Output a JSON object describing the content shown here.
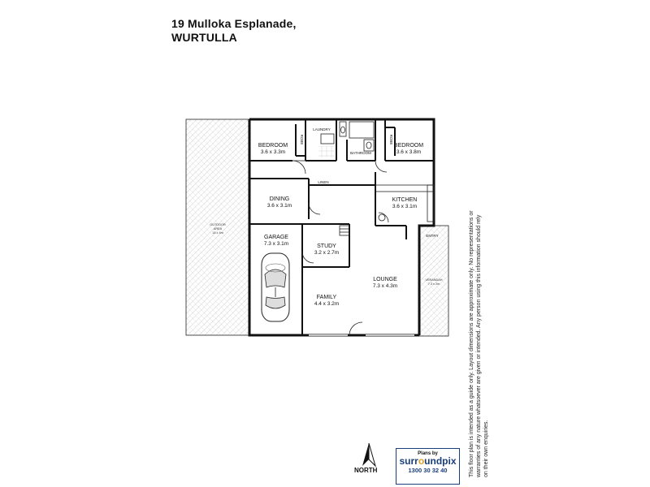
{
  "address": {
    "line1": "19 Mulloka Esplanade,",
    "line2": "WURTULLA"
  },
  "rooms": {
    "bedroom1": {
      "name": "BEDROOM",
      "dims": "3.6 x 3.3m"
    },
    "bedroom2": {
      "name": "BEDROOM",
      "dims": "3.6 x 3.8m"
    },
    "dining": {
      "name": "DINING",
      "dims": "3.6 x 3.1m"
    },
    "kitchen": {
      "name": "KITCHEN",
      "dims": "3.6 x 3.1m"
    },
    "garage": {
      "name": "GARAGE",
      "dims": "7.3 x 3.1m"
    },
    "study": {
      "name": "STUDY",
      "dims": "3.2 x 2.7m"
    },
    "lounge": {
      "name": "LOUNGE",
      "dims": "7.3 x 4.3m"
    },
    "family": {
      "name": "FAMILY",
      "dims": "4.4 x 3.2m"
    },
    "laundry": {
      "name": "LAUNDRY"
    },
    "bathroom": {
      "name": "BATHROOM"
    },
    "linen": {
      "name": "LINEN"
    },
    "robe1": {
      "name": "ROBE"
    },
    "robe2": {
      "name": "ROBE"
    },
    "entry": {
      "name": "ENTRY"
    },
    "outdoor": {
      "name": "OUTDOOR",
      "sub": "AREA",
      "dims": "14 x 4m"
    },
    "verandah": {
      "name": "VERANDAH",
      "dims": "7.3 x 2m"
    }
  },
  "compass": {
    "label": "NORTH"
  },
  "logo": {
    "plans_by": "Plans by",
    "brand_a": "surr",
    "brand_o": "o",
    "brand_b": "undpix",
    "phone": "1300 30 32 40"
  },
  "disclaimer": "This floor plan is intended as a guide only. Layout dimensions are approximate only. No representations or warranties of any nature whatsoever are given or intended. Any person using this information should rely on their own enquiries."
}
